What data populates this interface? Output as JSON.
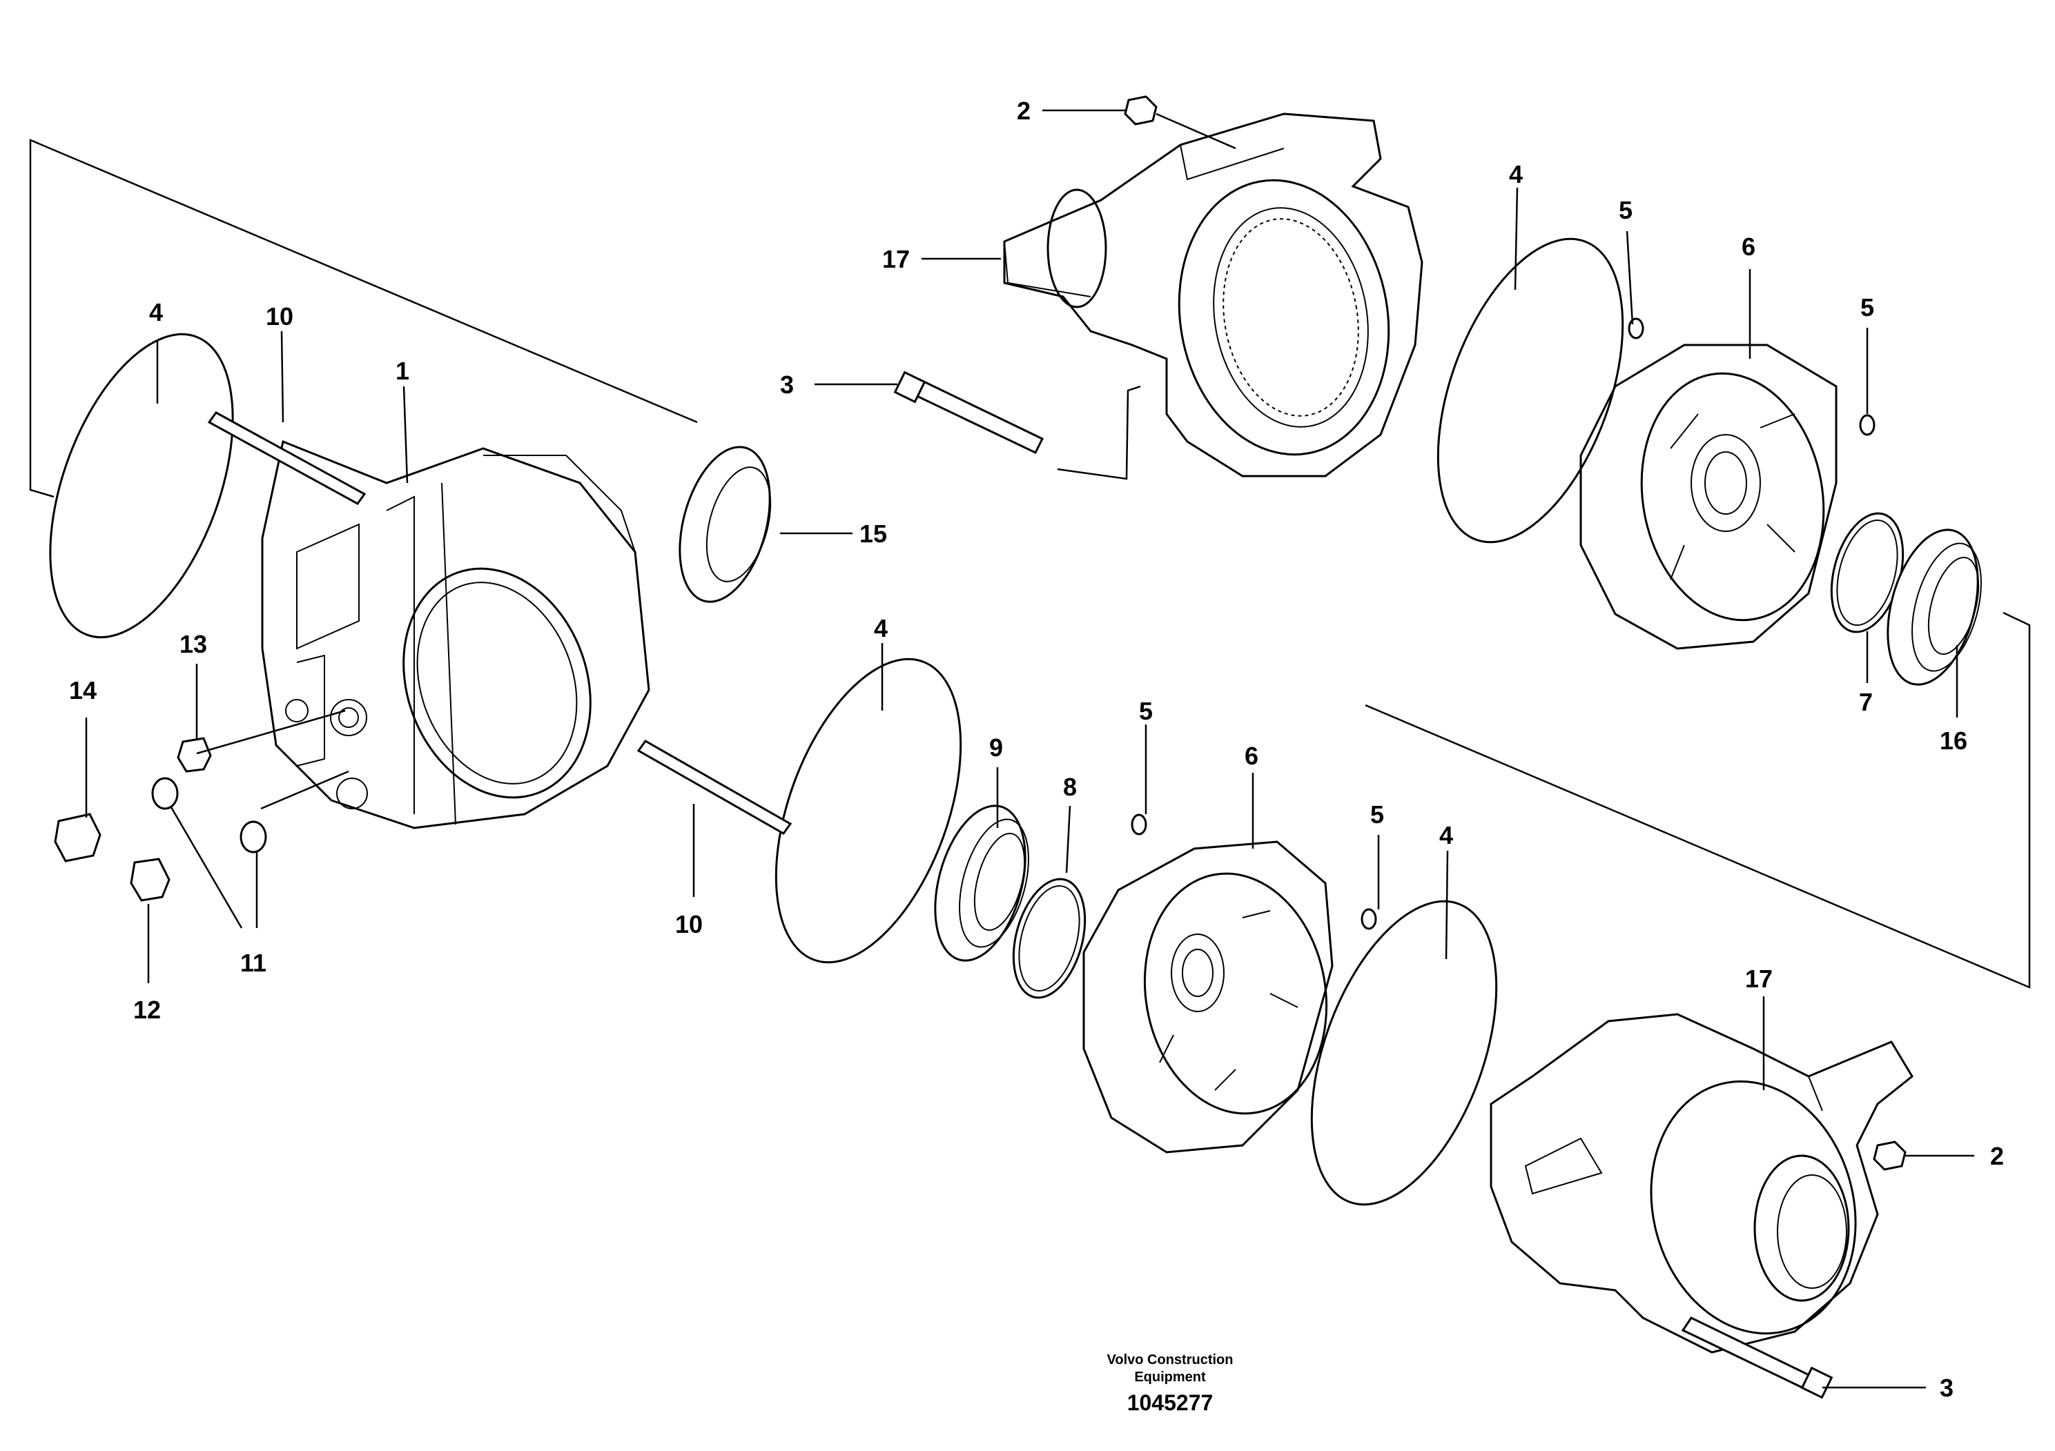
{
  "callouts": {
    "c1": "1",
    "c2_top": "2",
    "c2_bottom": "2",
    "c3_top": "3",
    "c3_bottom": "3",
    "c4_left": "4",
    "c4_top_right": "4",
    "c4_middle": "4",
    "c4_lower": "4",
    "c5_a": "5",
    "c5_b": "5",
    "c5_c": "5",
    "c5_d": "5",
    "c6_top": "6",
    "c6_lower": "6",
    "c7": "7",
    "c8": "8",
    "c9": "9",
    "c10_top": "10",
    "c10_bottom": "10",
    "c11": "11",
    "c12": "12",
    "c13": "13",
    "c14": "14",
    "c15": "15",
    "c16": "16",
    "c17_top": "17",
    "c17_bottom": "17"
  },
  "footer": {
    "company_line1": "Volvo Construction",
    "company_line2": "Equipment",
    "drawing_number": "1045277"
  }
}
